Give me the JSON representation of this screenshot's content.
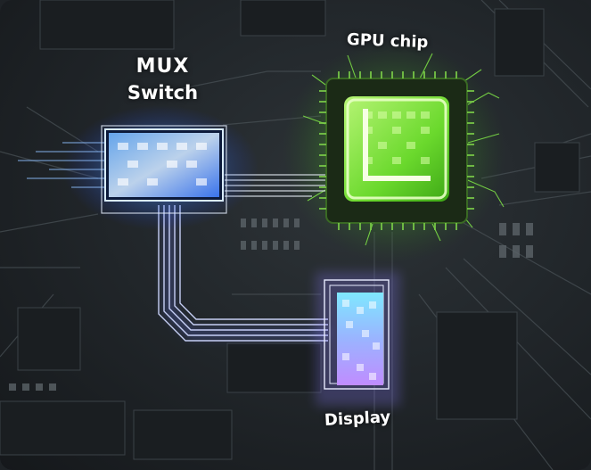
{
  "labels": {
    "mux_line1": "MUX",
    "mux_line2": "Switch",
    "gpu": "GPU chip",
    "display": "Display"
  },
  "colors": {
    "board": "#22272b",
    "trace": "#4a5257",
    "gpu_glow": "#6dff3a",
    "gpu_core": "#8cff4a",
    "mux_glow": "#5aa8ff",
    "link_glow": "#7d8cff",
    "display_glow": "#b59cff",
    "text": "#ffffff"
  }
}
